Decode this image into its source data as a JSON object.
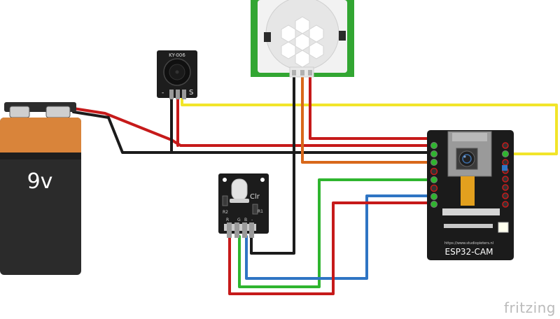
{
  "battery": {
    "label": "9v"
  },
  "buzzer": {
    "model": "KY-006",
    "pin_minus": "-",
    "pin_s": "S"
  },
  "rgb_led": {
    "label": "Clr",
    "r1": "R1",
    "r2": "R2",
    "pins": [
      "R",
      "G",
      "B",
      "-"
    ]
  },
  "esp32": {
    "name": "ESP32-CAM",
    "url": "https://www.studiopieters.nl"
  },
  "footer": {
    "brand": "fritzing"
  },
  "colors": {
    "red": "#c61a1a",
    "black": "#1b1b1b",
    "yellow": "#f2e52a",
    "orange": "#d8681b",
    "green": "#2fb52f",
    "blue": "#2f75c4",
    "battery_orange": "#d9843a",
    "board": "#1b1b1b"
  }
}
